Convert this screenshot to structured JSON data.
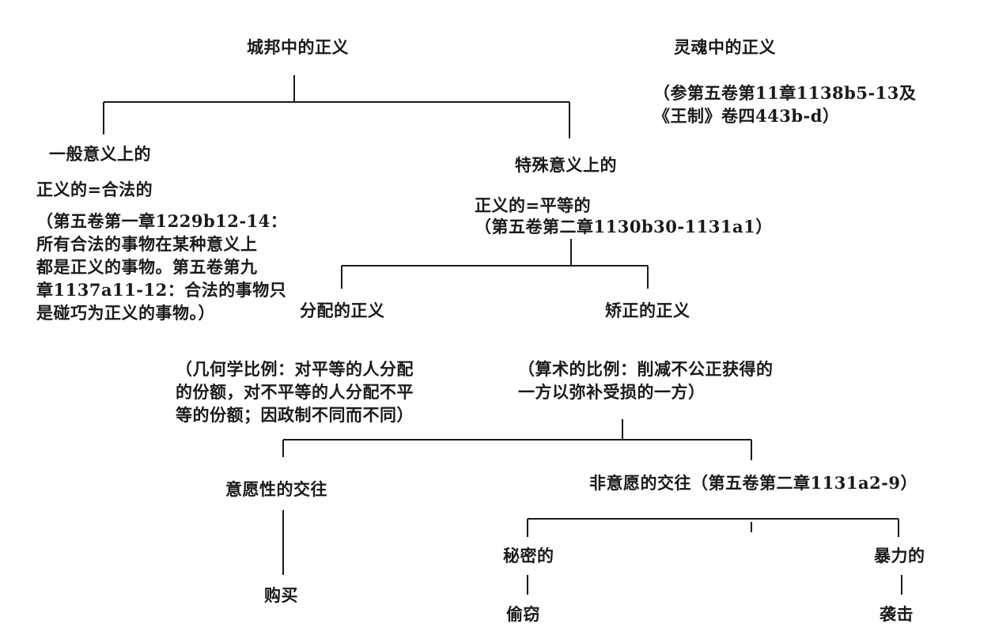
{
  "city_justice": "城邦中的正义",
  "soul_justice": "灵魂中的正义",
  "soul_ref": [
    "（参第五卷第11章1138b5-13及",
    "《王制》卷四443b-d）"
  ],
  "general": {
    "title": "一般意义上的",
    "eq": "正义的=合法的",
    "note": [
      "（第五卷第一章1229b12-14：",
      "所有合法的事物在某种意义上",
      "都是正义的事物。第五卷第九",
      "章1137a11-12：合法的事物只",
      "是碰巧为正义的事物。）"
    ]
  },
  "particular": {
    "title": "特殊意义上的",
    "eq": "正义的=平等的",
    "ref": "（第五卷第二章1130b30-1131a1）"
  },
  "distributive": {
    "title": "分配的正义",
    "note": [
      "（几何学比例：对平等的人分配",
      "的份额，对不平等的人分配不平",
      "等的份额；因政制不同而不同）"
    ]
  },
  "corrective": {
    "title": "矫正的正义",
    "note": [
      "（算术的比例：削减不公正获得的",
      "一方以弥补受损的一方）"
    ]
  },
  "voluntary": {
    "title": "意愿性的交往",
    "example": "购买"
  },
  "involuntary": {
    "title": "非意愿的交往（第五卷第二章1131a2-9）"
  },
  "secret": {
    "title": "秘密的",
    "example": "偷窃"
  },
  "violent": {
    "title": "暴力的",
    "example": "袭击"
  }
}
